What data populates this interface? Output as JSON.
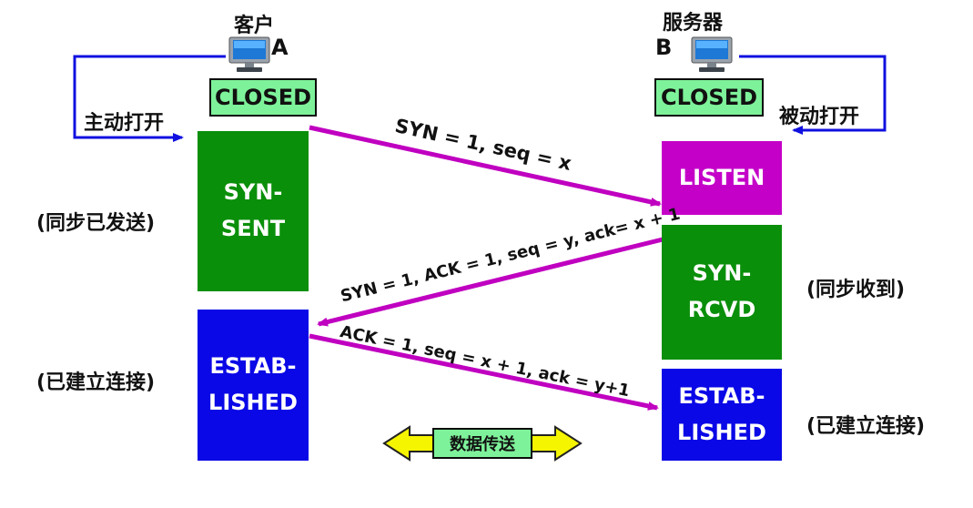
{
  "client": {
    "title": "客户",
    "letter": "A",
    "closed": "CLOSED",
    "active_open": "主动打开",
    "syn_sent": "SYN-\nSENT",
    "syn_sent_note": "(同步已发送)",
    "established": "ESTAB-\nLISHED",
    "established_note": "(已建立连接)"
  },
  "server": {
    "title": "服务器",
    "letter": "B",
    "closed": "CLOSED",
    "passive_open": "被动打开",
    "listen": "LISTEN",
    "syn_rcvd": "SYN-\nRCVD",
    "syn_rcvd_note": "(同步收到)",
    "established": "ESTAB-\nLISHED",
    "established_note": "(已建立连接)"
  },
  "messages": {
    "syn": "SYN = 1, seq = x",
    "syn_ack": "SYN = 1, ACK = 1, seq = y, ack= x + 1",
    "ack": "ACK = 1, seq = x + 1, ack = y+1"
  },
  "data_transfer": "数据传送",
  "colors": {
    "arrow": "#c000c0",
    "blue_line": "#1010e0",
    "green": "#0a8f0a",
    "blue": "#0a08e6",
    "purple": "#c400c8",
    "light_green": "#7ef29a",
    "yellow": "#f5f500"
  }
}
